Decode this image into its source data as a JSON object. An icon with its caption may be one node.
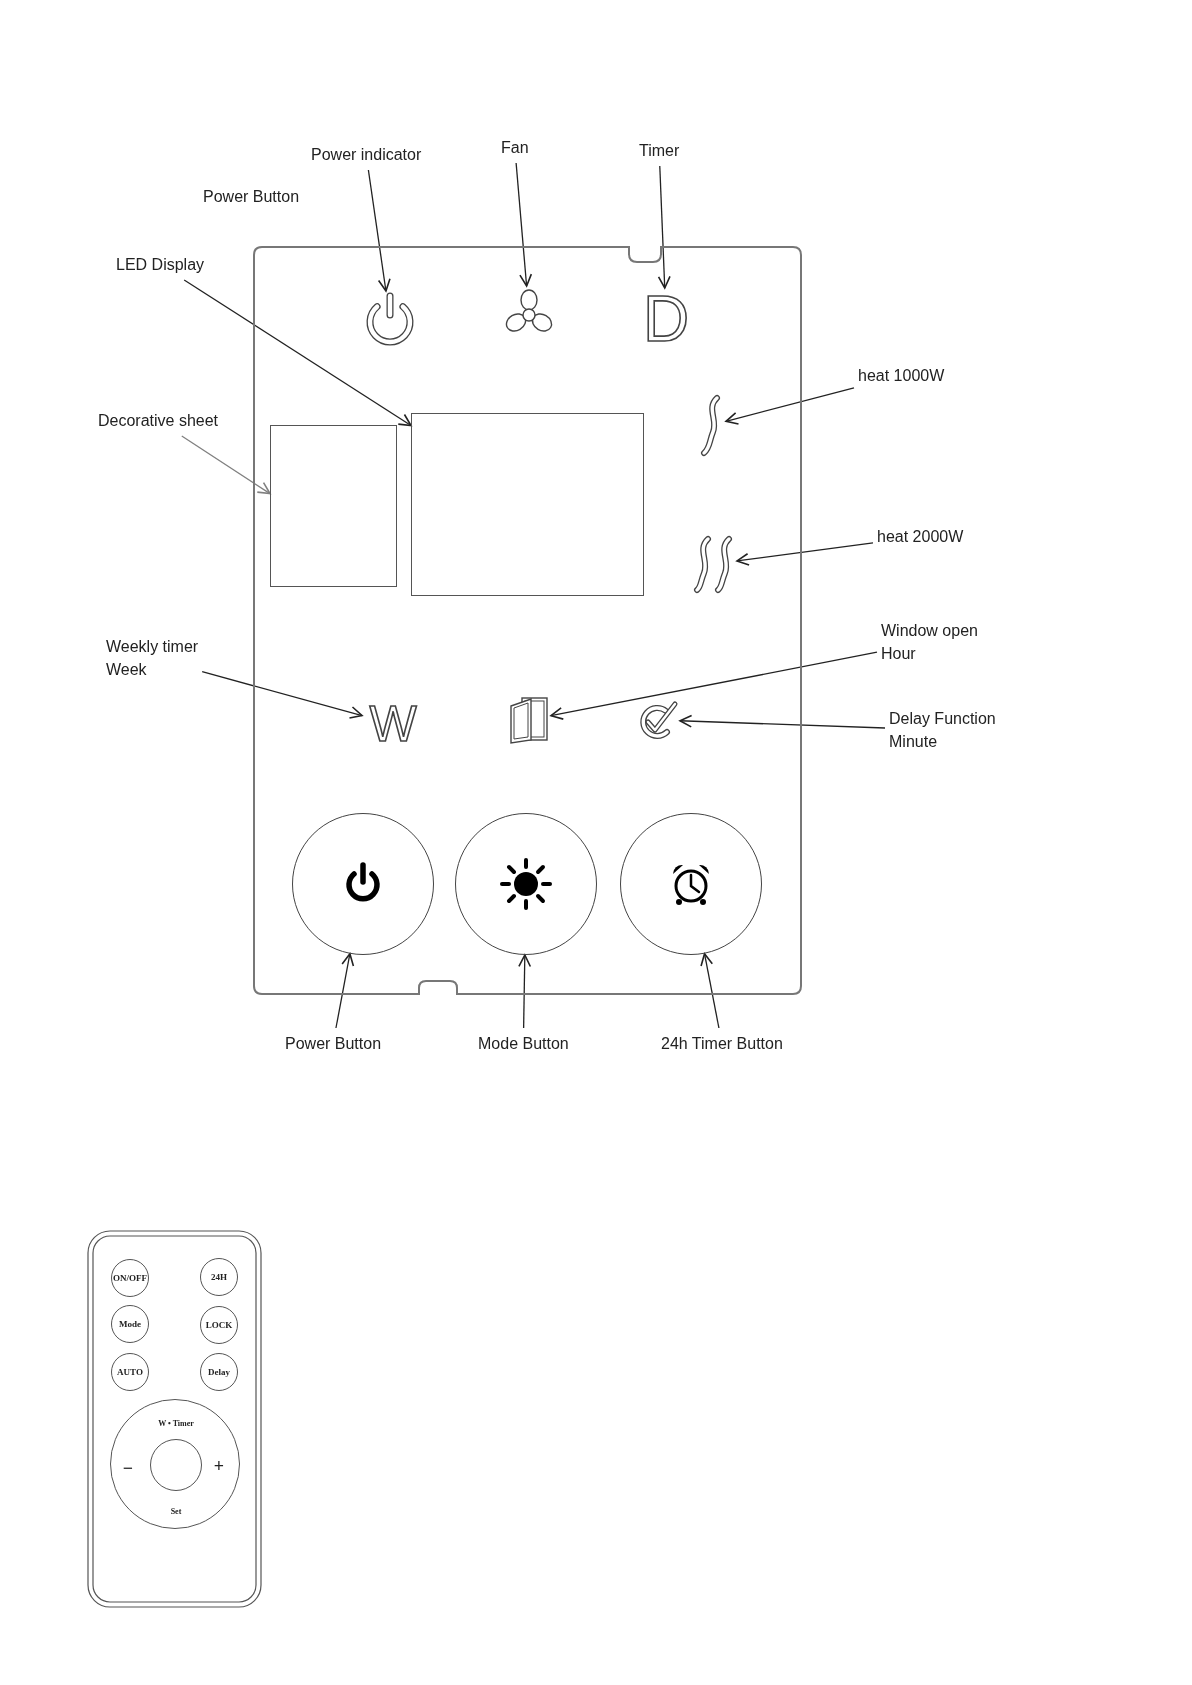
{
  "diagram": {
    "nodes": [
      {
        "text": [],
        "shape": "box"
      },
      {
        "text": [
          "Power indicator"
        ]
      },
      {
        "text": [],
        "shape": "icon",
        "in": 0
      },
      {
        "text": [
          "Fan"
        ]
      },
      {
        "text": [],
        "shape": "icon",
        "in": 0
      },
      {
        "text": [
          "Timer"
        ]
      },
      {
        "text": [
          "D"
        ],
        "in": 0
      },
      {
        "text": [
          "LED Display"
        ]
      },
      {
        "text": [],
        "shape": "box",
        "in": 0
      },
      {
        "text": [
          "Decorative sheet"
        ]
      },
      {
        "text": [],
        "shape": "box",
        "in": 0
      },
      {
        "text": [
          "heat 1000W"
        ]
      },
      {
        "text": [],
        "shape": "icon",
        "in": 0
      },
      {
        "text": [
          "heat 2000W"
        ]
      },
      {
        "text": [],
        "shape": "icon",
        "in": 0
      },
      {
        "text": [
          "Weekly timer",
          "Week"
        ]
      },
      {
        "text": [
          "W"
        ],
        "in": 0
      },
      {
        "text": [
          "Window open",
          "Hour"
        ]
      },
      {
        "text": [],
        "shape": "icon",
        "in": 0
      },
      {
        "text": [
          "Delay Function",
          "Minute"
        ]
      },
      {
        "text": [],
        "shape": "icon",
        "in": 0
      },
      {
        "text": [],
        "shape": "circle",
        "in": 0
      },
      {
        "text": [],
        "shape": "circle",
        "in": 0
      },
      {
        "text": [],
        "shape": "circle",
        "in": 0
      },
      {
        "text": [
          "Power Button"
        ]
      },
      {
        "text": [
          "Mode Button"
        ]
      },
      {
        "text": [
          "24h Timer Button"
        ]
      },
      {
        "text": [],
        "shape": "box"
      },
      {
        "text": [
          "ON/OFF"
        ],
        "in": 27
      },
      {
        "text": [
          "24H"
        ],
        "in": 27
      },
      {
        "text": [
          "Mode"
        ],
        "in": 27
      },
      {
        "text": [
          "LOCK"
        ],
        "in": 27
      },
      {
        "text": [
          "AUTO"
        ],
        "in": 27
      },
      {
        "text": [
          "Delay"
        ],
        "in": 27
      },
      {
        "text": [
          "W • Timer",
          "−",
          "+",
          "Set"
        ],
        "in": 27
      },
      {
        "text": [],
        "shape": "circle",
        "in": 34
      }
    ],
    "edges": [
      {
        "from": 1,
        "to": 2,
        "arrow": "to"
      },
      {
        "from": 3,
        "to": 4,
        "arrow": "to"
      },
      {
        "from": 5,
        "to": 6,
        "arrow": "to"
      },
      {
        "from": 7,
        "to": 10,
        "arrow": "to"
      },
      {
        "from": 9,
        "to": 8,
        "arrow": "to",
        "color": "#808080"
      },
      {
        "from": 11,
        "to": 12,
        "arrow": "to"
      },
      {
        "from": 13,
        "to": 14,
        "arrow": "to"
      },
      {
        "from": 15,
        "to": 16,
        "arrow": "to"
      },
      {
        "from": 17,
        "to": 18,
        "arrow": "to"
      },
      {
        "from": 19,
        "to": 20,
        "arrow": "to"
      },
      {
        "from": 24,
        "to": 21,
        "arrow": "to"
      },
      {
        "from": 25,
        "to": 22,
        "arrow": "to"
      },
      {
        "from": 26,
        "to": 23,
        "arrow": "to"
      }
    ],
    "labels": [
      "Power Button"
    ]
  }
}
